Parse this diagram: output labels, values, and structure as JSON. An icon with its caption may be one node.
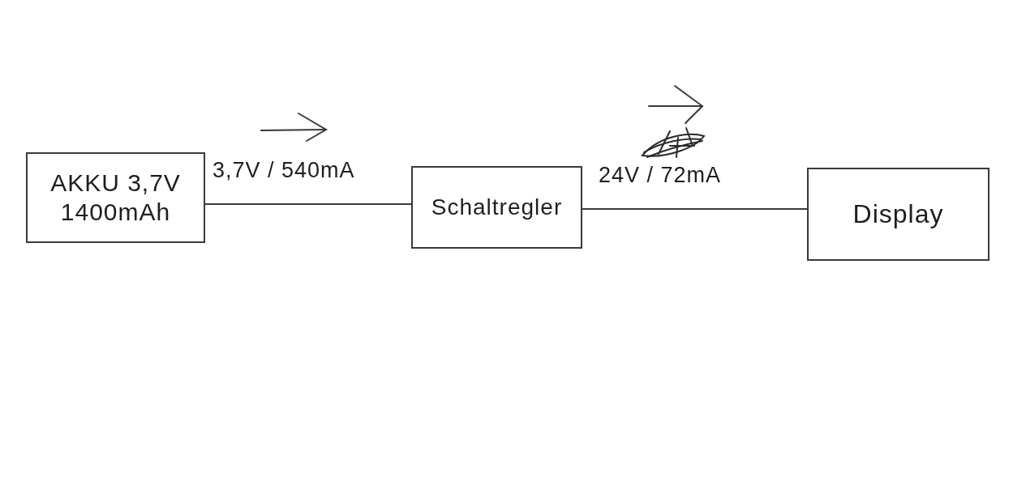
{
  "diagram": {
    "nodes": [
      {
        "text": [
          "AKKU 3,7V 1400mAh"
        ]
      },
      {
        "text": [
          "Schaltregler"
        ]
      },
      {
        "text": [
          "Display"
        ]
      }
    ],
    "edges": [
      {
        "from": 0,
        "to": 1,
        "arrow": "none",
        "label": "3,7V / 540mA"
      },
      {
        "from": 1,
        "to": 2,
        "arrow": "none",
        "label": "24V / 72mA"
      }
    ]
  }
}
